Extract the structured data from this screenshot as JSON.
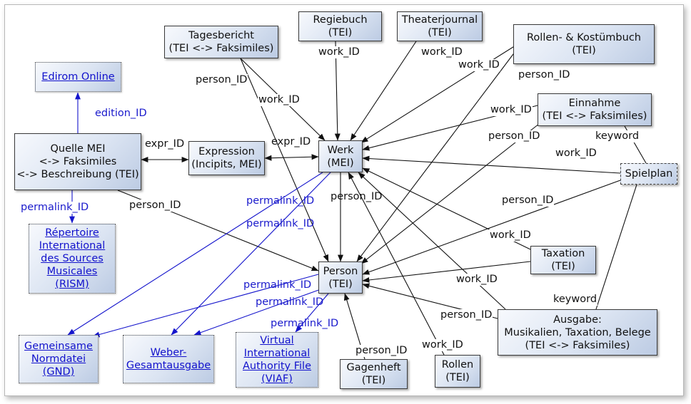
{
  "nodes": {
    "edirom": [
      "Edirom Online"
    ],
    "quelle": [
      "Quelle MEI",
      "<-> Faksimiles",
      "<-> Beschreibung (TEI)"
    ],
    "rism": [
      "Répertoire",
      "International",
      "des Sources",
      "Musicales",
      "(RISM)"
    ],
    "tagesbericht": [
      "Tagesbericht",
      "(TEI <-> Faksimiles)"
    ],
    "regiebuch": [
      "Regiebuch",
      "(TEI)"
    ],
    "theaterjournal": [
      "Theaterjournal",
      "(TEI)"
    ],
    "rollenkostuem": [
      "Rollen- & Kostümbuch",
      "(TEI)"
    ],
    "einnahme": [
      "Einnahme",
      "(TEI <-> Faksimiles)"
    ],
    "expression": [
      "Expression",
      "(Incipits, MEI)"
    ],
    "werk": [
      "Werk",
      "(MEI)"
    ],
    "spielplan": [
      "Spielplan"
    ],
    "person": [
      "Person",
      "(TEI)"
    ],
    "taxation": [
      "Taxation",
      "(TEI)"
    ],
    "ausgabe": [
      "Ausgabe:",
      "Musikalien, Taxation, Belege",
      "(TEI <-> Faksimiles)"
    ],
    "gnd": [
      "Gemeinsame",
      "Normdatei",
      "(GND)"
    ],
    "weber": [
      "Weber-",
      "Gesamtausgabe"
    ],
    "viaf": [
      "Virtual",
      "International",
      "Authority File",
      "(VIAF)"
    ],
    "gagenheft": [
      "Gagenheft",
      "(TEI)"
    ],
    "rollen": [
      "Rollen",
      "(TEI)"
    ]
  },
  "edge_labels": {
    "edition_id": "edition_ID",
    "permalink_rism": "permalink_ID",
    "expr_quelle": "expr_ID",
    "expr_werk": "expr_ID",
    "person_quelle": "person_ID",
    "work_tagesbericht": "work_ID",
    "person_tagesbericht": "person_ID",
    "work_regiebuch": "work_ID",
    "work_theaterjournal": "work_ID",
    "work_rollenkostuem": "work_ID",
    "person_rollenkostuem": "person_ID",
    "work_einnahme": "work_ID",
    "person_einnahme": "person_ID",
    "keyword_einnahme": "keyword",
    "work_spielplan": "work_ID",
    "person_spielplan": "person_ID",
    "permalink_werk_gnd": "permalink_ID",
    "permalink_werk_weber": "permalink_ID",
    "person_werk": "person_ID",
    "work_taxation": "work_ID",
    "work_ausgabe": "work_ID",
    "keyword_ausgabe": "keyword",
    "person_ausgabe": "person_ID",
    "permalink_person_gnd": "permalink_ID",
    "permalink_person_weber": "permalink_ID",
    "permalink_person_viaf": "permalink_ID",
    "person_gagenheft": "person_ID",
    "work_rollen": "work_ID"
  },
  "colors": {
    "edge_black": "#111111",
    "edge_blue": "#1515cc"
  }
}
